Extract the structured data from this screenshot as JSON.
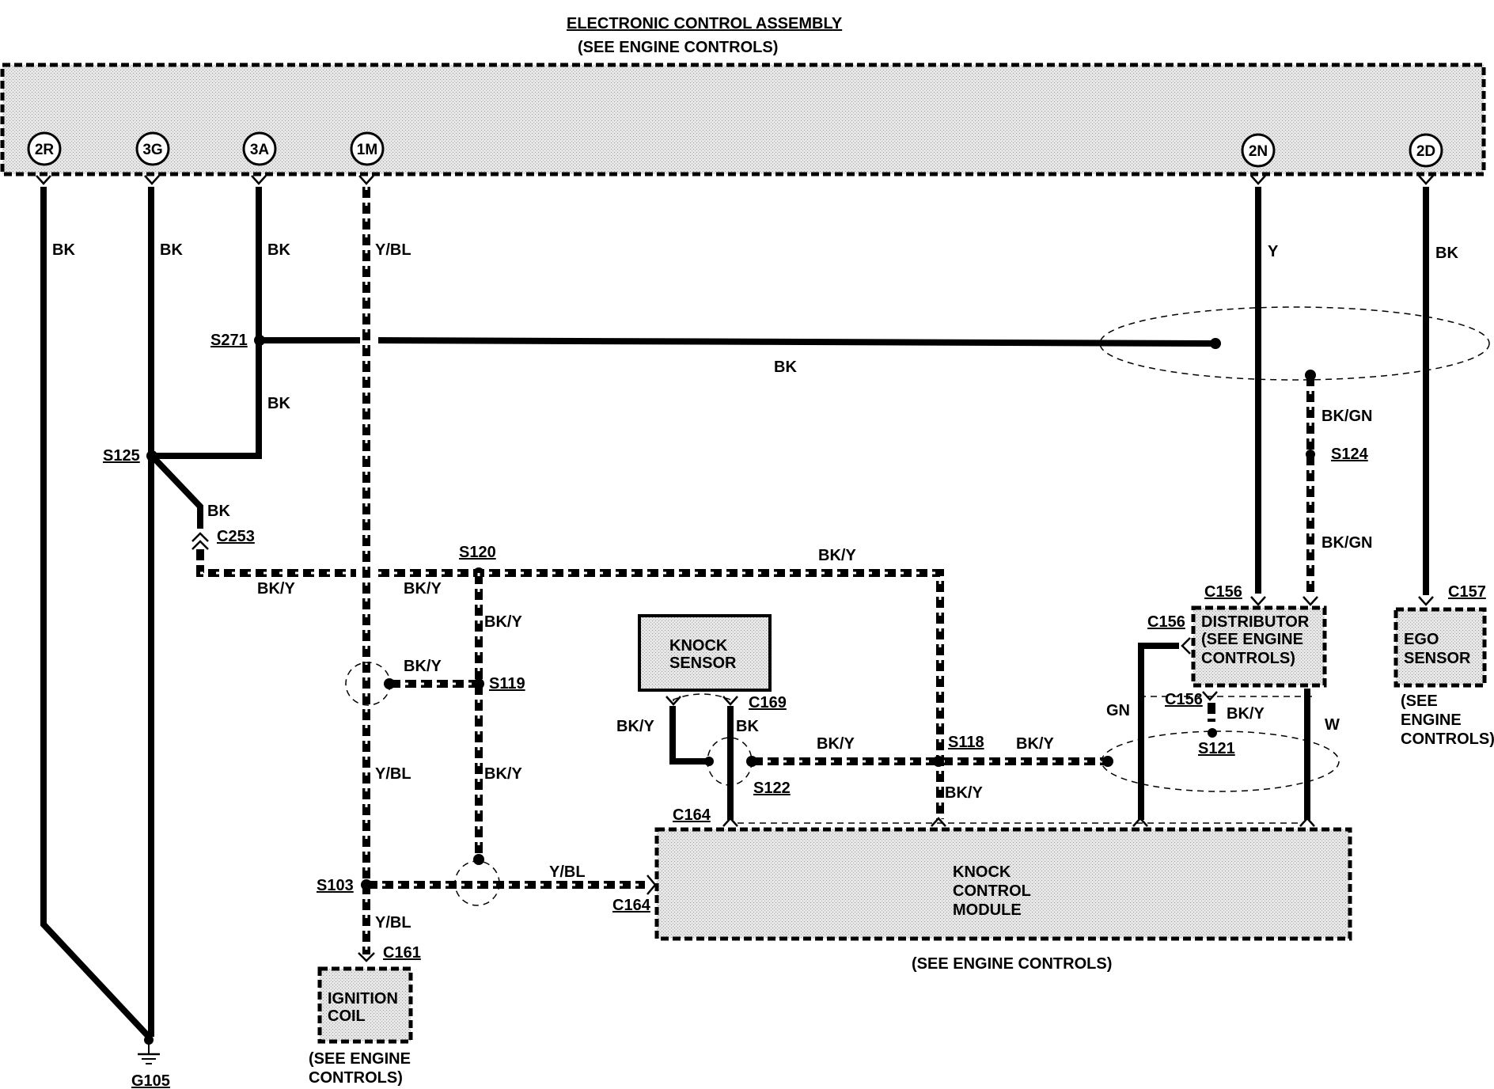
{
  "header": {
    "title": "ELECTRONIC CONTROL ASSEMBLY",
    "subtitle": "(SEE ENGINE CONTROLS)"
  },
  "pins": {
    "p2r": "2R",
    "p3g": "3G",
    "p3a": "3A",
    "p1m": "1M",
    "p2n": "2N",
    "p2d": "2D"
  },
  "wires": {
    "bk": "BK",
    "ybl": "Y/BL",
    "y": "Y",
    "bkgn": "BK/GN",
    "bky": "BK/Y",
    "gn": "GN",
    "w": "W"
  },
  "splices": {
    "s271": "S271",
    "s125": "S125",
    "s120": "S120",
    "s119": "S119",
    "s118": "S118",
    "s122": "S122",
    "s121": "S121",
    "s124": "S124",
    "s103": "S103"
  },
  "connectors": {
    "c253": "C253",
    "c156": "C156",
    "c157": "C157",
    "c169": "C169",
    "c164": "C164",
    "c161": "C161"
  },
  "ground": "G105",
  "components": {
    "knock_sensor": [
      "KNOCK",
      "SENSOR"
    ],
    "distributor": [
      "DISTRIBUTOR",
      "(SEE ENGINE",
      "CONTROLS)"
    ],
    "ego_sensor": [
      "EGO",
      "SENSOR"
    ],
    "ego_note": [
      "(SEE",
      "ENGINE",
      "CONTROLS)"
    ],
    "knock_module": [
      "KNOCK",
      "CONTROL",
      "MODULE"
    ],
    "knock_module_note": "(SEE ENGINE CONTROLS)",
    "ignition_coil": [
      "IGNITION",
      "COIL"
    ],
    "ignition_note": [
      "(SEE ENGINE",
      "CONTROLS)"
    ]
  }
}
